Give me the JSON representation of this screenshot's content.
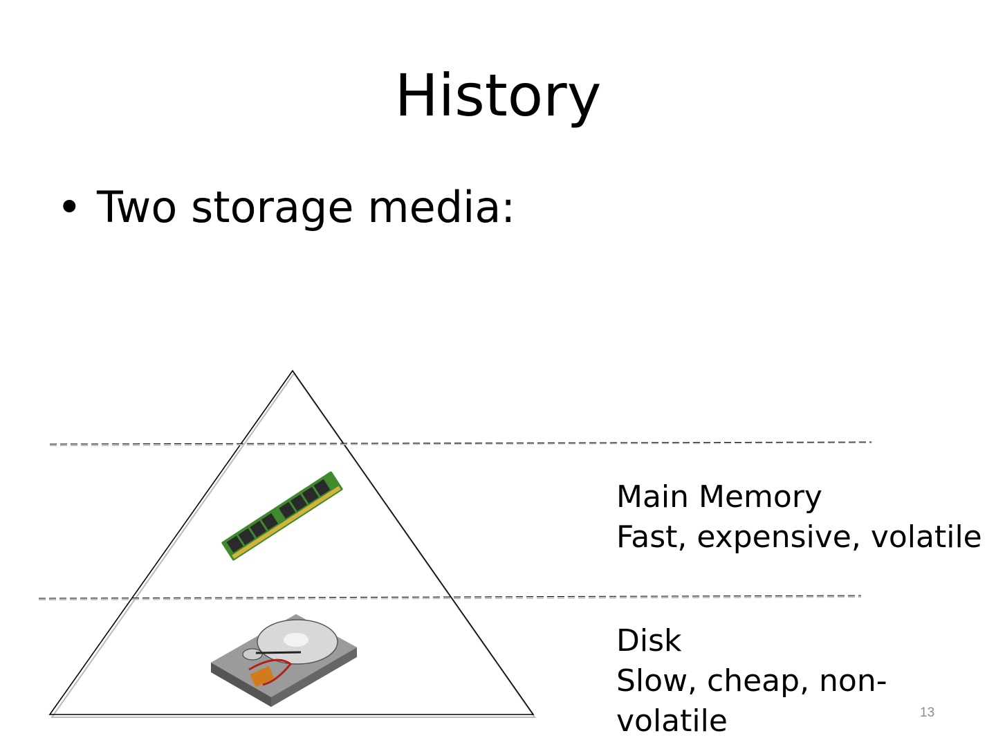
{
  "slide": {
    "title": "History",
    "bullet": "Two storage media:",
    "bullet_marker": "•",
    "page_number": "13"
  },
  "pyramid": {
    "tiers": [
      {
        "name": "Main Memory",
        "description": "Fast, expensive, volatile",
        "icon": "ram-module-icon"
      },
      {
        "name": "Disk",
        "description_line1": "Slow, cheap, non-",
        "description_line2": "volatile",
        "icon": "hard-disk-icon"
      }
    ]
  }
}
